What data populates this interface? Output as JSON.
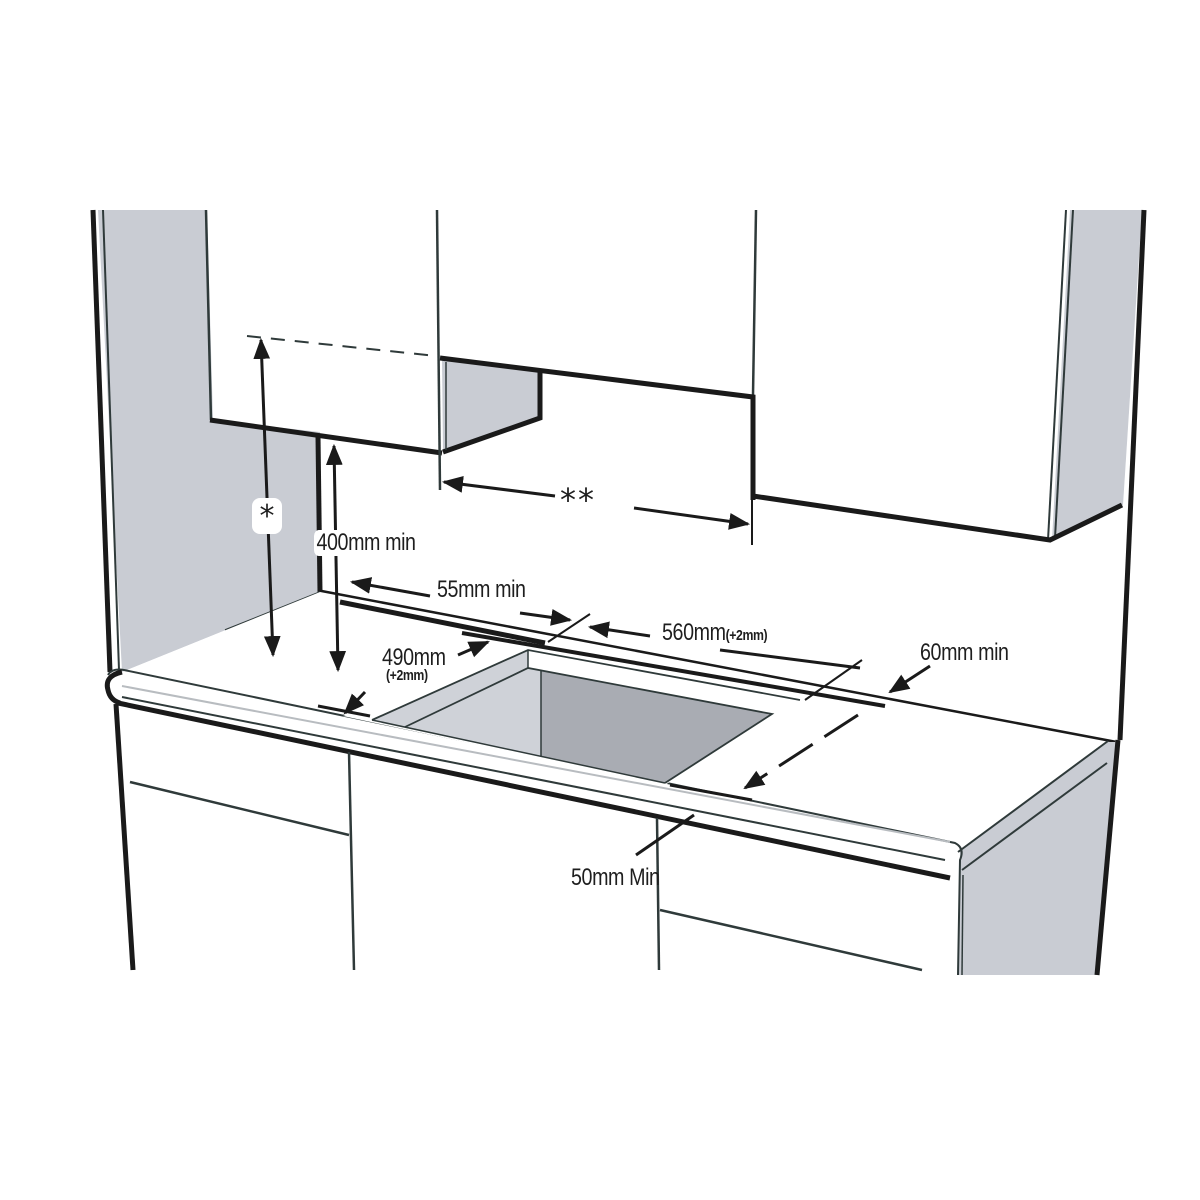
{
  "diagram": {
    "title": "Built-in hob installation clearances",
    "colors": {
      "line": "#1a1a1a",
      "thin_line": "#2f3a3a",
      "panel_grey": "#c9ccd3",
      "cutout_light": "#cfd2d8",
      "cutout_dark": "#a9acb3",
      "background": "#ffffff"
    },
    "labels": {
      "height_to_hood": "*",
      "hood_width": "**",
      "wall_cabinet_clearance": "400mm min",
      "rear_clearance": "55mm min",
      "cutout_width": "560mm",
      "cutout_width_tolerance": "(+2mm)",
      "cutout_depth": "490mm",
      "cutout_depth_tolerance": "(+2mm)",
      "side_clearance": "60mm min",
      "front_clearance": "50mm Min"
    },
    "components": [
      "left-wall-cabinet",
      "extractor-hood",
      "right-wall-cabinet",
      "worktop",
      "hob-cutout",
      "base-cabinets"
    ]
  }
}
